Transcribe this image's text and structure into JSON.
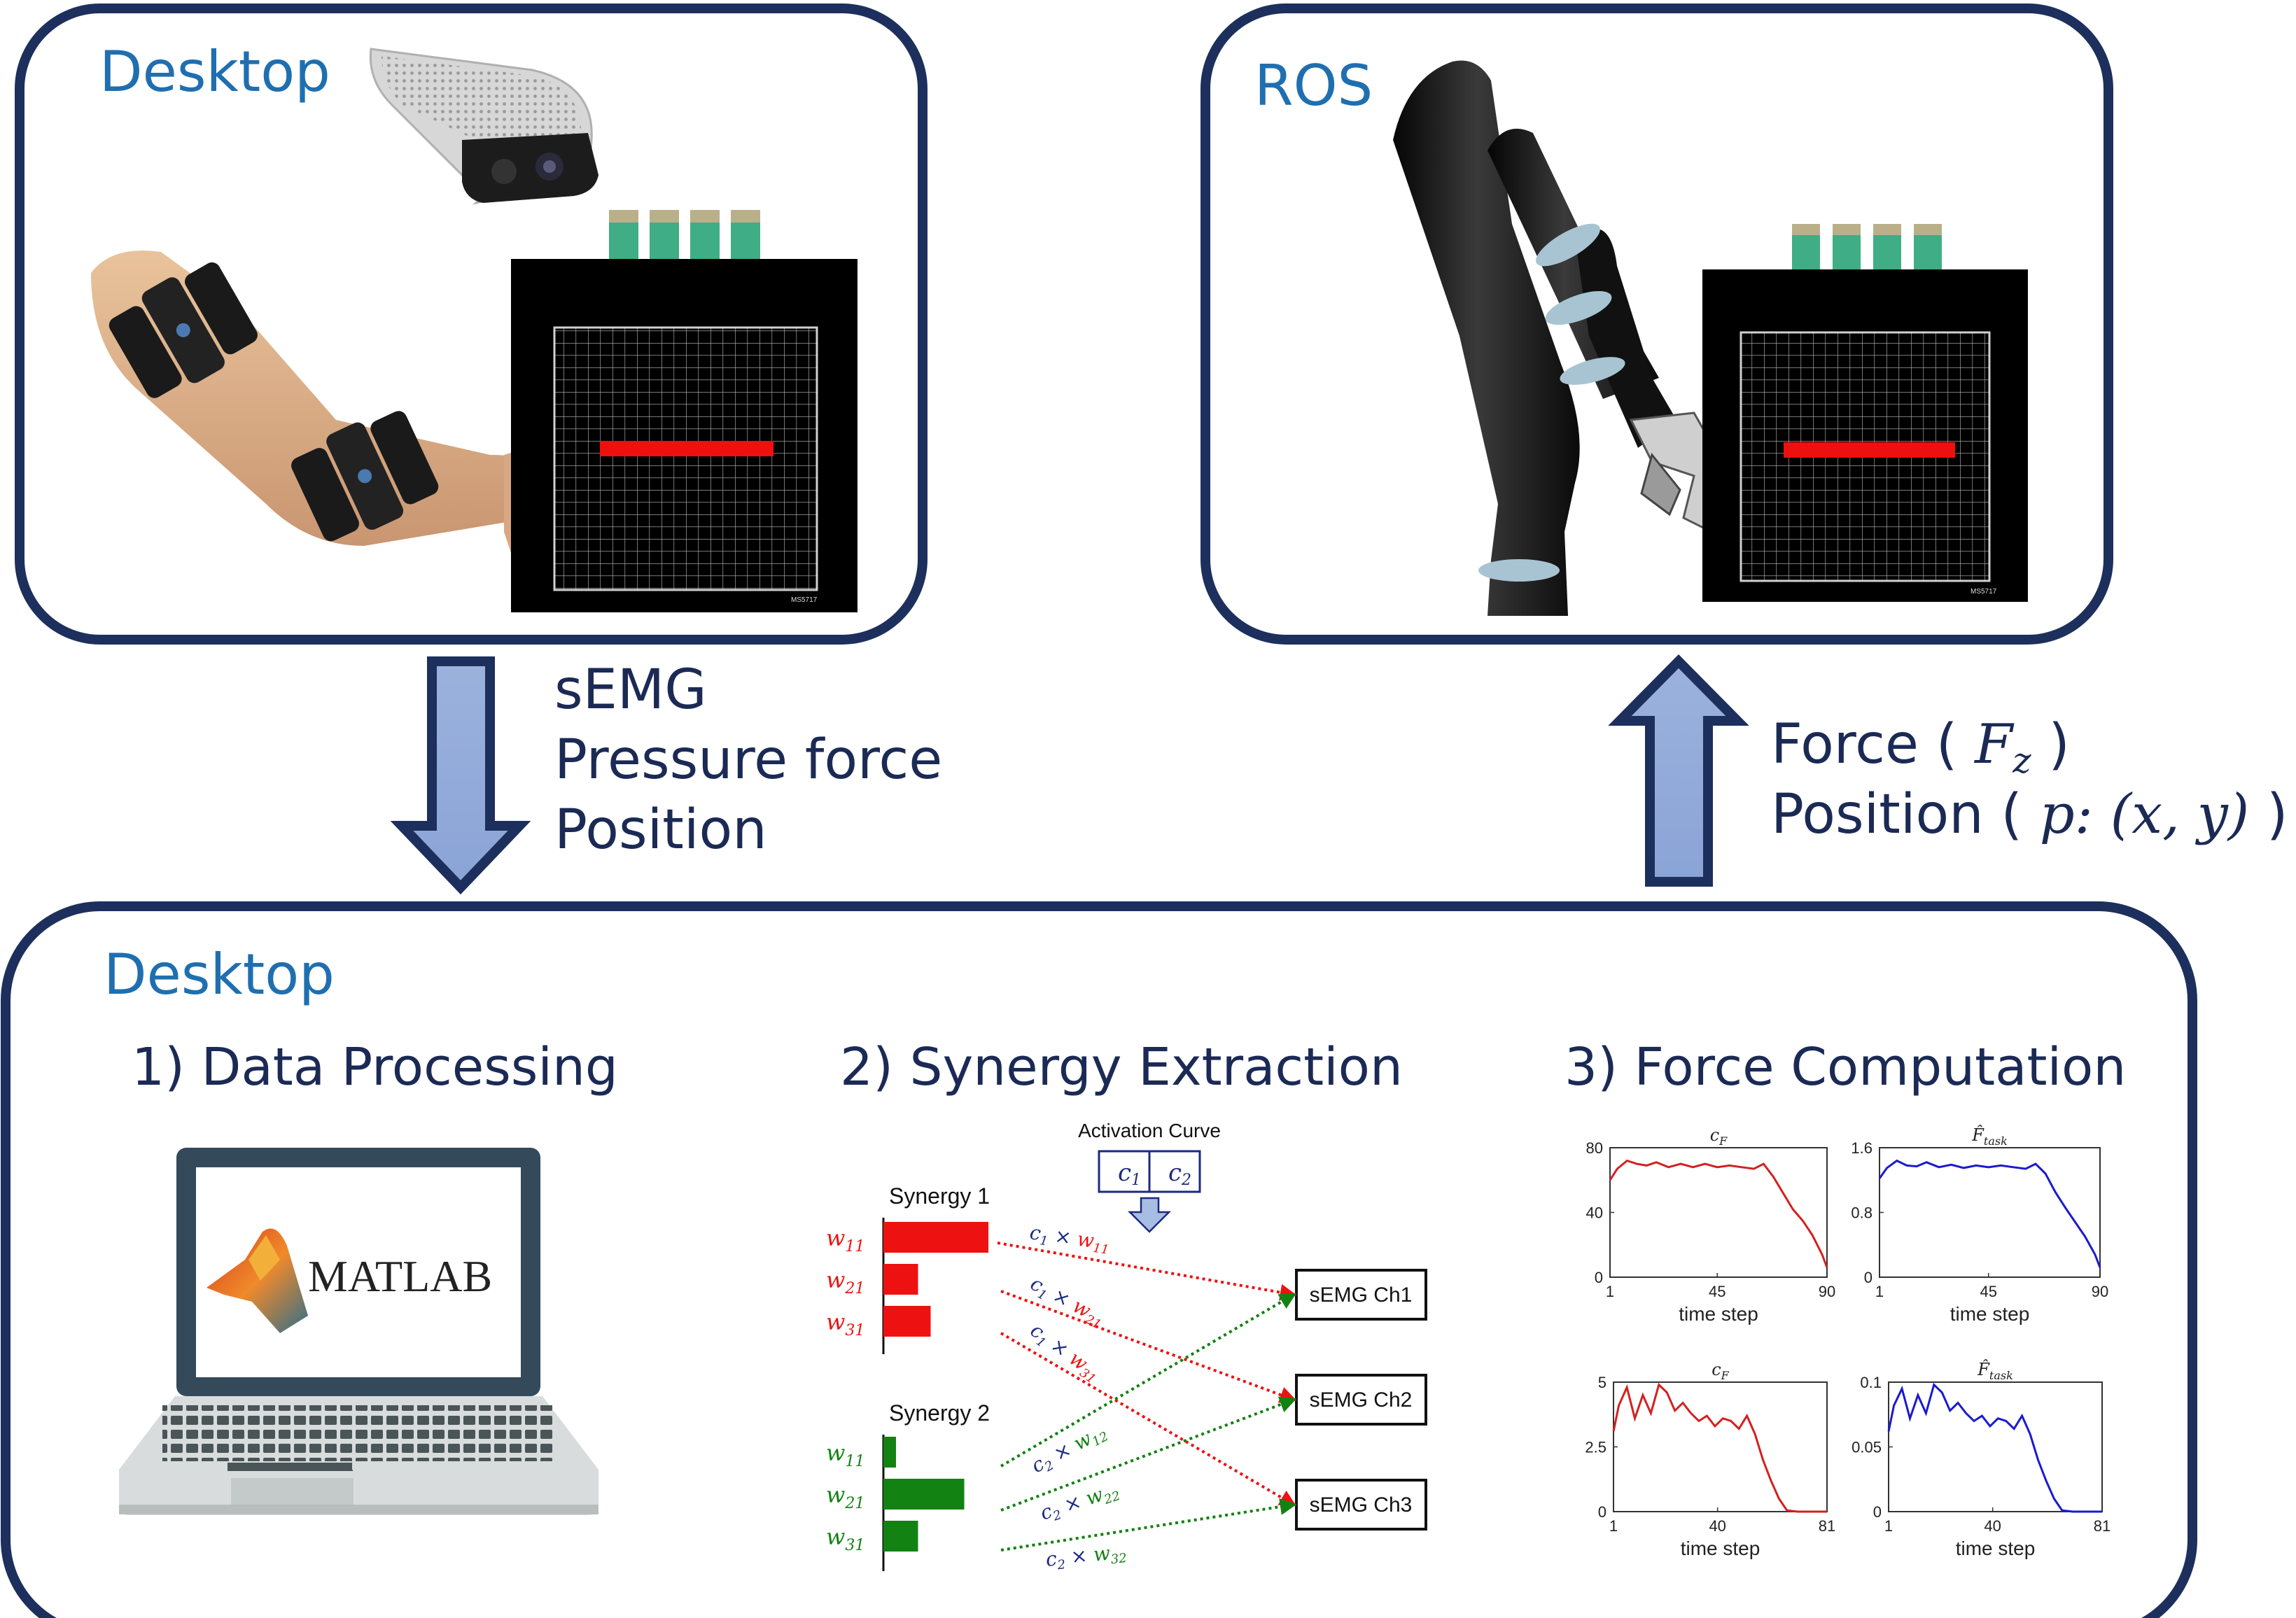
{
  "panels": {
    "top_left": {
      "title": "Desktop"
    },
    "top_right": {
      "title": "ROS"
    },
    "bottom": {
      "title": "Desktop"
    }
  },
  "board": {
    "label": "MS5717"
  },
  "down_arrow": {
    "labels": [
      "sEMG",
      "Pressure force",
      "Position"
    ]
  },
  "up_arrow": {
    "force_prefix": "Force (",
    "force_symbol": "F",
    "force_subscript": "z",
    "force_suffix": ")",
    "position_prefix": "Position (",
    "position_math": "p: (x, y)",
    "position_suffix": ")"
  },
  "steps": {
    "s1": "1) Data Processing",
    "s2": "2) Synergy Extraction",
    "s3": "3) Force Computation"
  },
  "laptop": {
    "logo_text": "MATLAB"
  },
  "synergy": {
    "activation_label": "Activation Curve",
    "c1": "c",
    "c1_sub": "1",
    "c2": "c",
    "c2_sub": "2",
    "synergy1_label": "Synergy 1",
    "synergy2_label": "Synergy 2",
    "synergy1_weights": [
      {
        "label": "w",
        "sub": "11",
        "value": 1.0
      },
      {
        "label": "w",
        "sub": "21",
        "value": 0.33
      },
      {
        "label": "w",
        "sub": "31",
        "value": 0.45
      }
    ],
    "synergy2_weights": [
      {
        "label": "w",
        "sub": "11",
        "value": 0.12
      },
      {
        "label": "w",
        "sub": "21",
        "value": 0.77
      },
      {
        "label": "w",
        "sub": "31",
        "value": 0.33
      }
    ],
    "synergy1_products": [
      {
        "c": "c",
        "c_sub": "1",
        "w": "w",
        "w_sub": "11"
      },
      {
        "c": "c",
        "c_sub": "1",
        "w": "w",
        "w_sub": "21"
      },
      {
        "c": "c",
        "c_sub": "1",
        "w": "w",
        "w_sub": "31"
      }
    ],
    "synergy2_products": [
      {
        "c": "c",
        "c_sub": "2",
        "w": "w",
        "w_sub": "12"
      },
      {
        "c": "c",
        "c_sub": "2",
        "w": "w",
        "w_sub": "22"
      },
      {
        "c": "c",
        "c_sub": "2",
        "w": "w",
        "w_sub": "32"
      }
    ],
    "times": "×",
    "channels": [
      "sEMG Ch1",
      "sEMG Ch2",
      "sEMG Ch3"
    ],
    "colors": {
      "synergy1": "#ee1111",
      "synergy2": "#128212",
      "product_c": "#1b2a80"
    }
  },
  "chart_data": [
    {
      "type": "line",
      "title": "c_F",
      "xlabel": "time step",
      "xlim": [
        1,
        90
      ],
      "ylim": [
        0,
        80
      ],
      "xticks": [
        "1",
        "45",
        "90"
      ],
      "yticks": [
        "0",
        "40",
        "80"
      ],
      "color": "#d42020",
      "x": [
        1,
        4,
        8,
        12,
        16,
        20,
        25,
        30,
        35,
        40,
        45,
        50,
        55,
        60,
        64,
        68,
        72,
        76,
        80,
        84,
        88,
        90
      ],
      "y": [
        60,
        67,
        72,
        70,
        69,
        71,
        68,
        70,
        68,
        70,
        68,
        69,
        68,
        67,
        70,
        62,
        52,
        42,
        35,
        26,
        14,
        6
      ]
    },
    {
      "type": "line",
      "title": "F̂_task",
      "xlabel": "time step",
      "xlim": [
        1,
        90
      ],
      "ylim": [
        0,
        1.6
      ],
      "xticks": [
        "1",
        "45",
        "90"
      ],
      "yticks": [
        "0",
        "0.8",
        "1.6"
      ],
      "color": "#1a1ad0",
      "x": [
        1,
        4,
        8,
        12,
        16,
        20,
        25,
        30,
        35,
        40,
        45,
        50,
        55,
        60,
        64,
        68,
        72,
        76,
        80,
        84,
        88,
        90
      ],
      "y": [
        1.22,
        1.35,
        1.44,
        1.38,
        1.37,
        1.42,
        1.36,
        1.39,
        1.35,
        1.38,
        1.36,
        1.38,
        1.36,
        1.34,
        1.4,
        1.28,
        1.05,
        0.86,
        0.68,
        0.5,
        0.28,
        0.12
      ]
    },
    {
      "type": "line",
      "title": "c_F",
      "xlabel": "time step",
      "xlim": [
        1,
        81
      ],
      "ylim": [
        0,
        5
      ],
      "xticks": [
        "1",
        "40",
        "81"
      ],
      "yticks": [
        "0",
        "2.5",
        "5"
      ],
      "color": "#d42020",
      "x": [
        1,
        3,
        6,
        9,
        12,
        15,
        18,
        21,
        24,
        27,
        30,
        33,
        36,
        39,
        42,
        45,
        48,
        51,
        54,
        57,
        60,
        63,
        66,
        70,
        75,
        81
      ],
      "y": [
        3.1,
        4.1,
        4.8,
        3.6,
        4.5,
        3.8,
        4.9,
        4.6,
        3.9,
        4.2,
        3.8,
        3.5,
        3.7,
        3.3,
        3.6,
        3.5,
        3.2,
        3.7,
        3.0,
        2.0,
        1.2,
        0.5,
        0.05,
        0.0,
        0.0,
        0.0
      ]
    },
    {
      "type": "line",
      "title": "F̂_task",
      "xlabel": "time step",
      "xlim": [
        1,
        81
      ],
      "ylim": [
        0,
        0.1
      ],
      "xticks": [
        "1",
        "40",
        "81"
      ],
      "yticks": [
        "0",
        "0.05",
        "0.1"
      ],
      "color": "#1a1ad0",
      "x": [
        1,
        3,
        6,
        9,
        12,
        15,
        18,
        21,
        24,
        27,
        30,
        33,
        36,
        39,
        42,
        45,
        48,
        51,
        54,
        57,
        60,
        63,
        66,
        70,
        75,
        81
      ],
      "y": [
        0.062,
        0.082,
        0.095,
        0.072,
        0.09,
        0.076,
        0.098,
        0.092,
        0.078,
        0.084,
        0.076,
        0.07,
        0.074,
        0.066,
        0.072,
        0.07,
        0.064,
        0.074,
        0.06,
        0.04,
        0.024,
        0.01,
        0.001,
        0.0,
        0.0,
        0.0
      ]
    }
  ]
}
